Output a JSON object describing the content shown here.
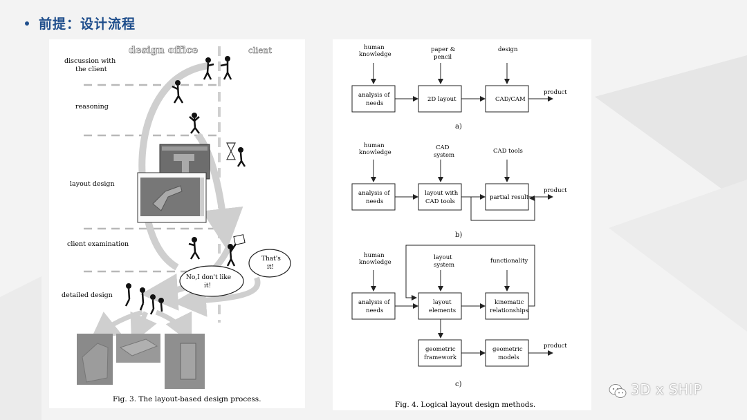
{
  "slide": {
    "title": "前提：设计流程",
    "watermark": "3D x SHIP"
  },
  "figure3": {
    "header_left": "design office",
    "header_right": "client",
    "stages": [
      "discussion with\nthe client",
      "reasoning",
      "layout design",
      "client examination",
      "detailed design"
    ],
    "bubble_client": "That's\nit!",
    "bubble_designer": "No,I don't like\nit!",
    "caption": "Fig. 3. The layout-based design process."
  },
  "figure4": {
    "caption": "Fig. 4. Logical layout design methods.",
    "a": {
      "label": "a)",
      "inputs": [
        "human\nknowledge",
        "paper &\npencil",
        "design"
      ],
      "boxes": [
        "analysis of\nneeds",
        "2D layout",
        "CAD/CAM"
      ],
      "output": "product"
    },
    "b": {
      "label": "b)",
      "inputs": [
        "human\nknowledge",
        "CAD\nsystem",
        "CAD tools"
      ],
      "boxes": [
        "analysis of\nneeds",
        "layout with\nCAD tools",
        "partial result"
      ],
      "output": "product"
    },
    "c": {
      "label": "c)",
      "inputs": [
        "human\nknowledge",
        "layout\nsystem",
        "functionality"
      ],
      "boxes": [
        "analysis of\nneeds",
        "layout\nelements",
        "kinematic\nrelationships",
        "geometric\nframework",
        "geometric\nmodels"
      ],
      "output": "product"
    }
  },
  "colors": {
    "title": "#1f4e8c",
    "flow_arrow": "#cfcfcf",
    "dashed_line": "#b8b8b8"
  }
}
